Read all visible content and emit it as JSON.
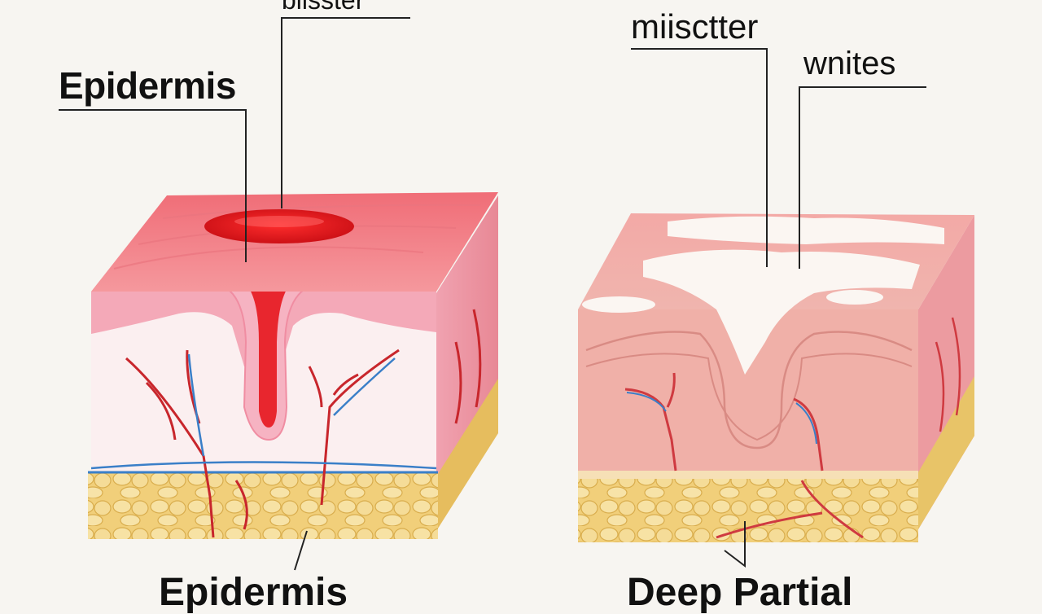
{
  "labels": {
    "epidermis": "Epidermis",
    "blister": "blisster",
    "miscter": "miisctter",
    "whites": "wnites",
    "bottom_left": "Epidermis",
    "bottom_right": "Deep Partial"
  },
  "colors": {
    "background": "#f7f5f1",
    "burn_red": "#e8262e",
    "epidermis_pink": "#f28a92",
    "dermis": "#fbeeee",
    "fat_yellow": "#f3d37e",
    "vessel_red": "#c8262c",
    "vessel_blue": "#3a7fc8",
    "deep_tissue": "#f2b3ac",
    "white_patch": "#fbf6f2"
  }
}
